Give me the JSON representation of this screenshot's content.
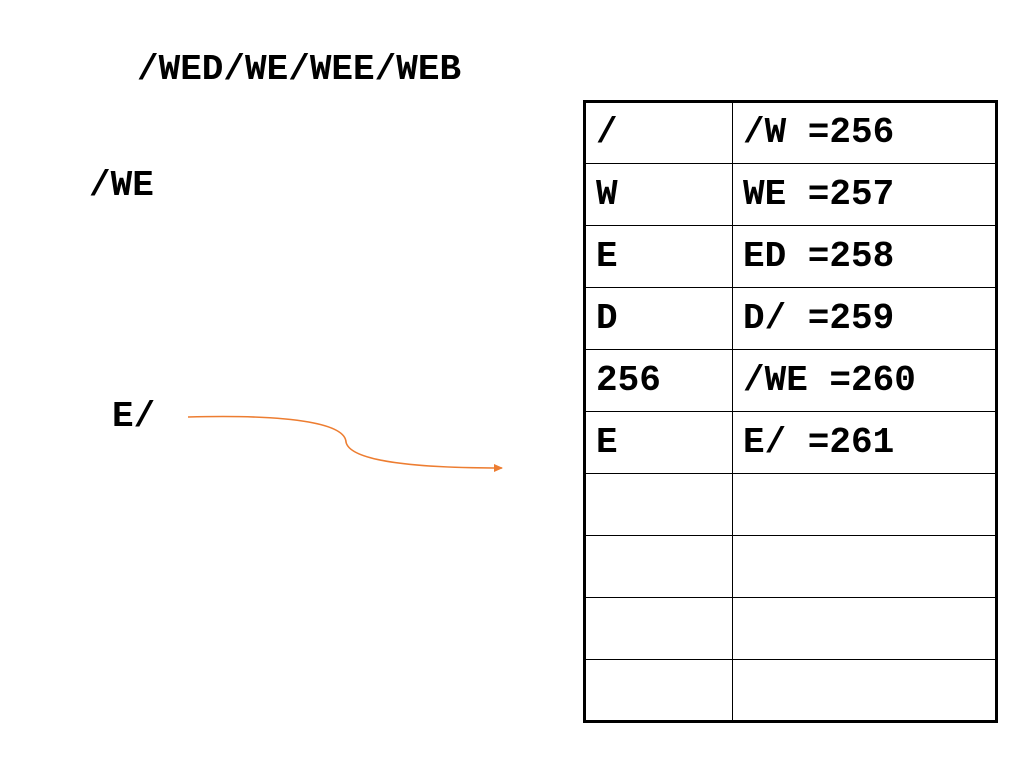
{
  "title": "/WED/WE/WEE/WEB",
  "current_string": "/WE",
  "pending_entry": "E/",
  "arrow_color": "#ED7D31",
  "table": {
    "rows": [
      {
        "output": "/",
        "entry": "/W =256"
      },
      {
        "output": "W",
        "entry": "WE =257"
      },
      {
        "output": "E",
        "entry": "ED =258"
      },
      {
        "output": "D",
        "entry": "D/ =259"
      },
      {
        "output": "256",
        "entry": "/WE =260"
      },
      {
        "output": "E",
        "entry": "E/ =261"
      },
      {
        "output": "",
        "entry": ""
      },
      {
        "output": "",
        "entry": ""
      },
      {
        "output": "",
        "entry": ""
      },
      {
        "output": "",
        "entry": ""
      }
    ]
  }
}
